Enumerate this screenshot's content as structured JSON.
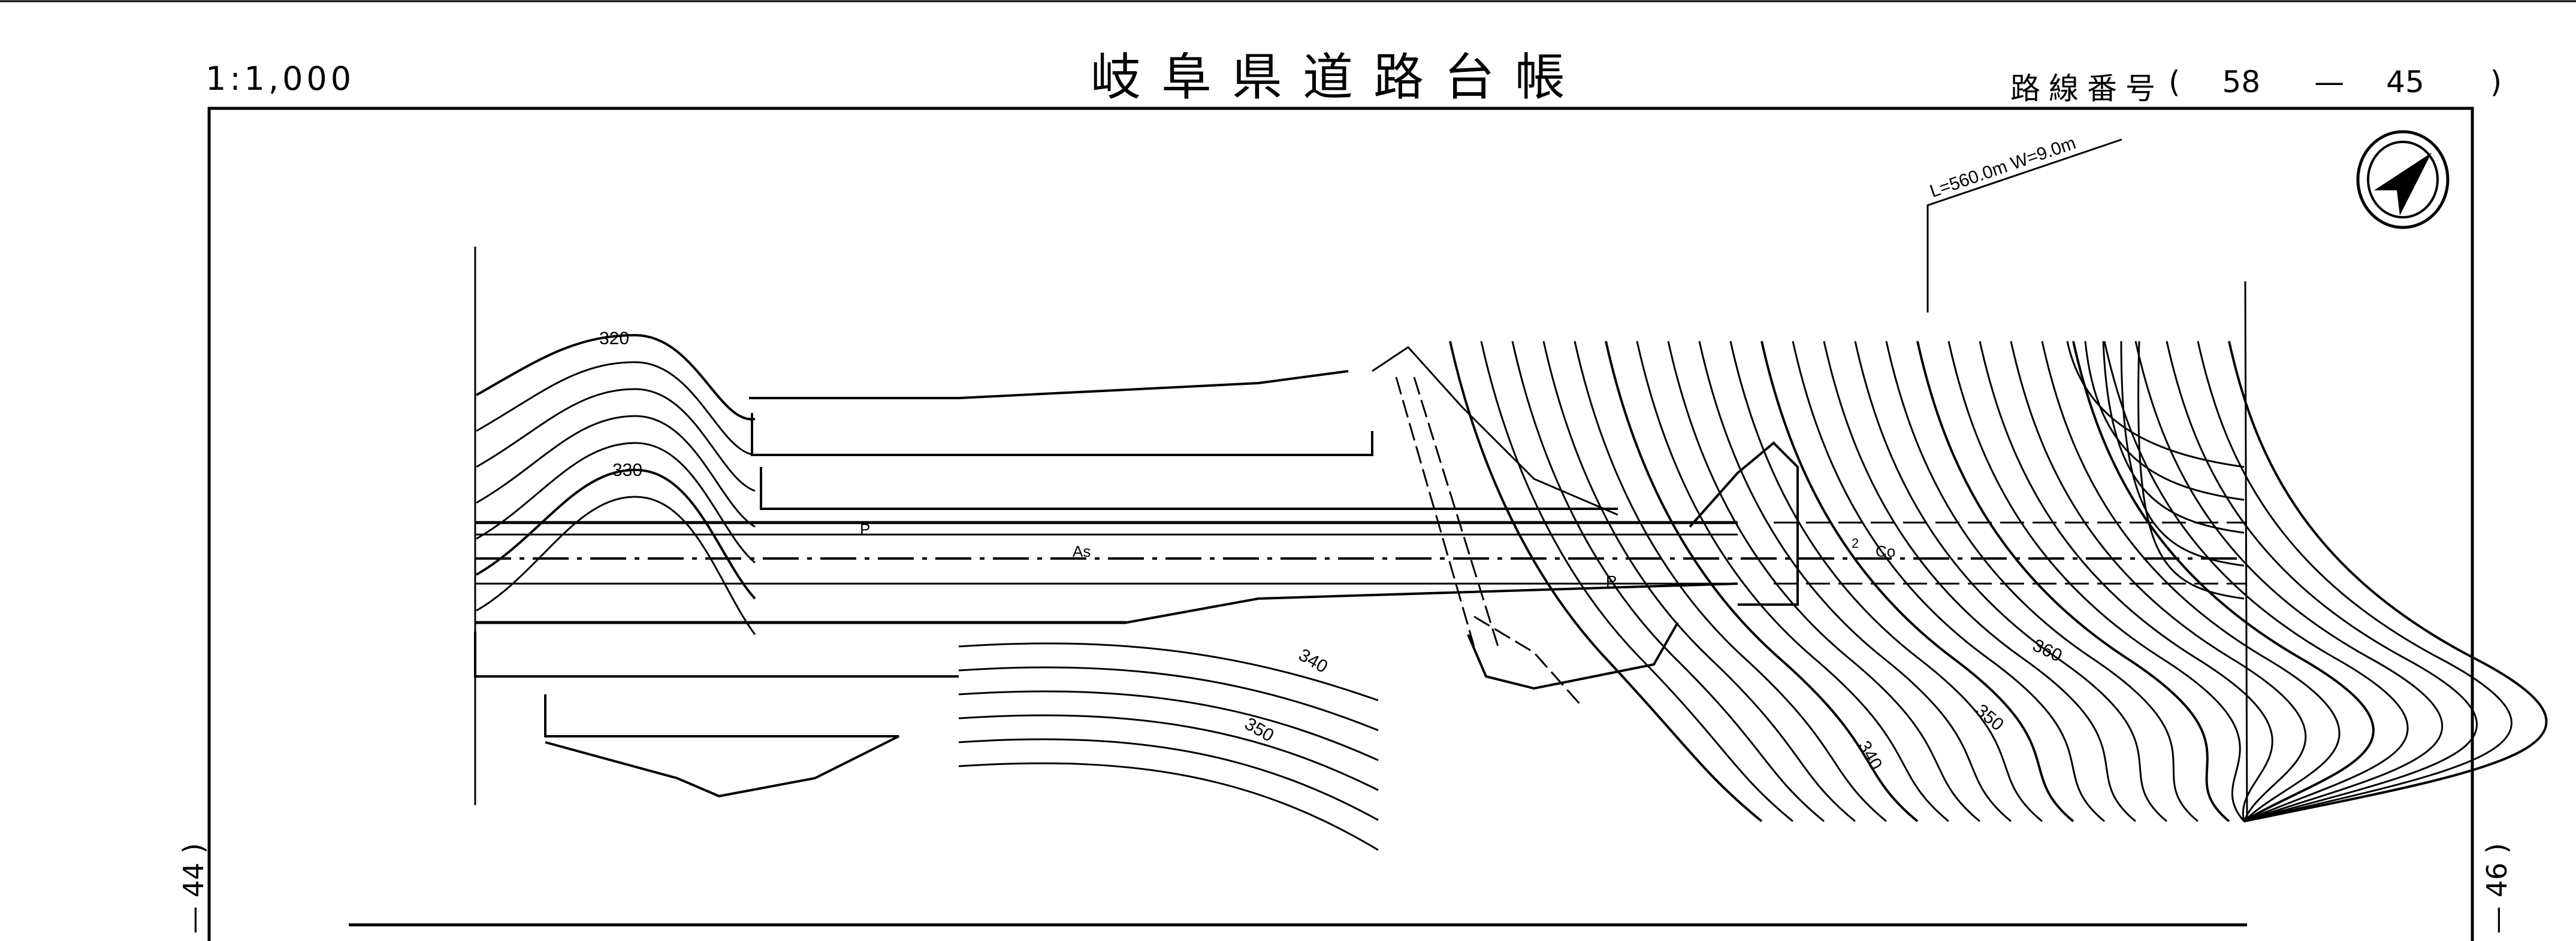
{
  "header": {
    "scale": "1:1,000",
    "title": "岐阜県道路台帳",
    "route_label": "路線番号",
    "route_open": "(",
    "route_number_major": "58",
    "route_dash": "—",
    "route_number_minor": "45",
    "route_close": ")"
  },
  "side": {
    "left": "— 44 )",
    "right": "— 46 )"
  },
  "map": {
    "annotation": "L=560.0m  W=9.0m",
    "contour_labels": [
      "320",
      "330",
      "340",
      "350",
      "340",
      "350",
      "360"
    ],
    "surface_labels": [
      "P",
      "As",
      "R",
      "Co",
      "2"
    ],
    "compass": "north-arrow"
  }
}
